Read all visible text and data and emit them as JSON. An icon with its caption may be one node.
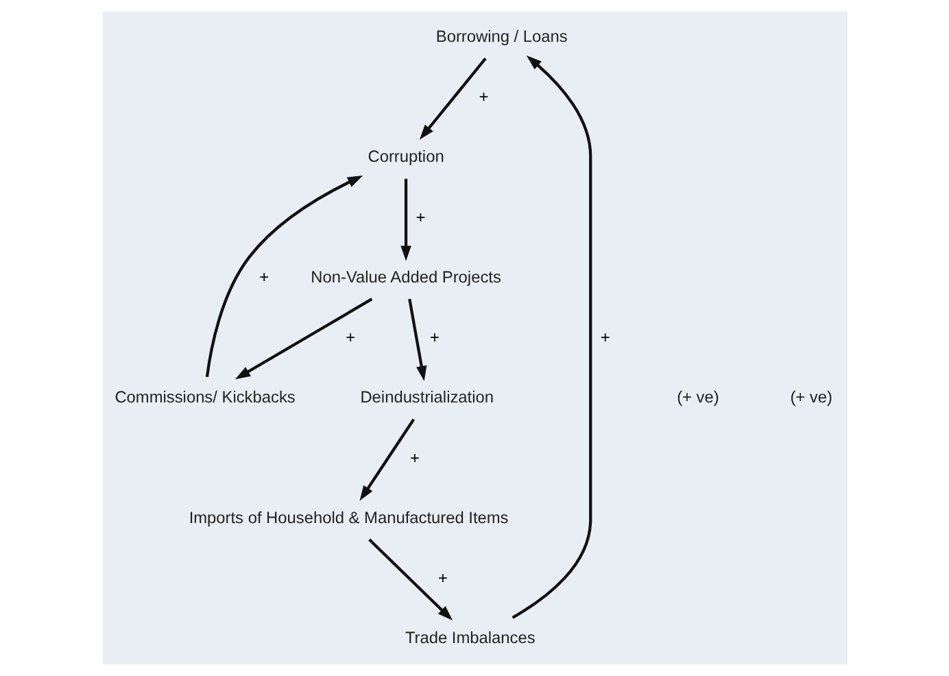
{
  "diagram": {
    "nodes": [
      {
        "text": [
          "Borrowing / Loans"
        ]
      },
      {
        "text": [
          "Trade Imbalances"
        ]
      },
      {
        "text": [
          "Corruption"
        ]
      },
      {
        "text": [
          "Commissions/ Kickbacks"
        ]
      },
      {
        "text": [
          "Imports of Household & Manufactured Items"
        ]
      },
      {
        "text": [
          "Non-Value Added Projects"
        ]
      },
      {
        "text": [
          "Deindustrialization"
        ]
      }
    ],
    "edges": [
      {
        "from": 1,
        "to": 0,
        "arrow": "to",
        "label": "+"
      },
      {
        "from": 0,
        "to": 2,
        "arrow": "to",
        "label": "+"
      },
      {
        "from": 2,
        "to": 5,
        "arrow": "to",
        "label": "+"
      },
      {
        "from": 5,
        "to": 6,
        "arrow": "to",
        "label": "+"
      },
      {
        "from": 6,
        "to": 4,
        "arrow": "to",
        "label": "+"
      },
      {
        "from": 4,
        "to": 1,
        "arrow": "to",
        "label": "+"
      },
      {
        "from": 5,
        "to": 3,
        "arrow": "to",
        "label": "+"
      },
      {
        "from": 3,
        "to": 2,
        "arrow": "to",
        "label": "+"
      }
    ],
    "labels": [
      "(+ ve)",
      "(+ ve)"
    ]
  }
}
